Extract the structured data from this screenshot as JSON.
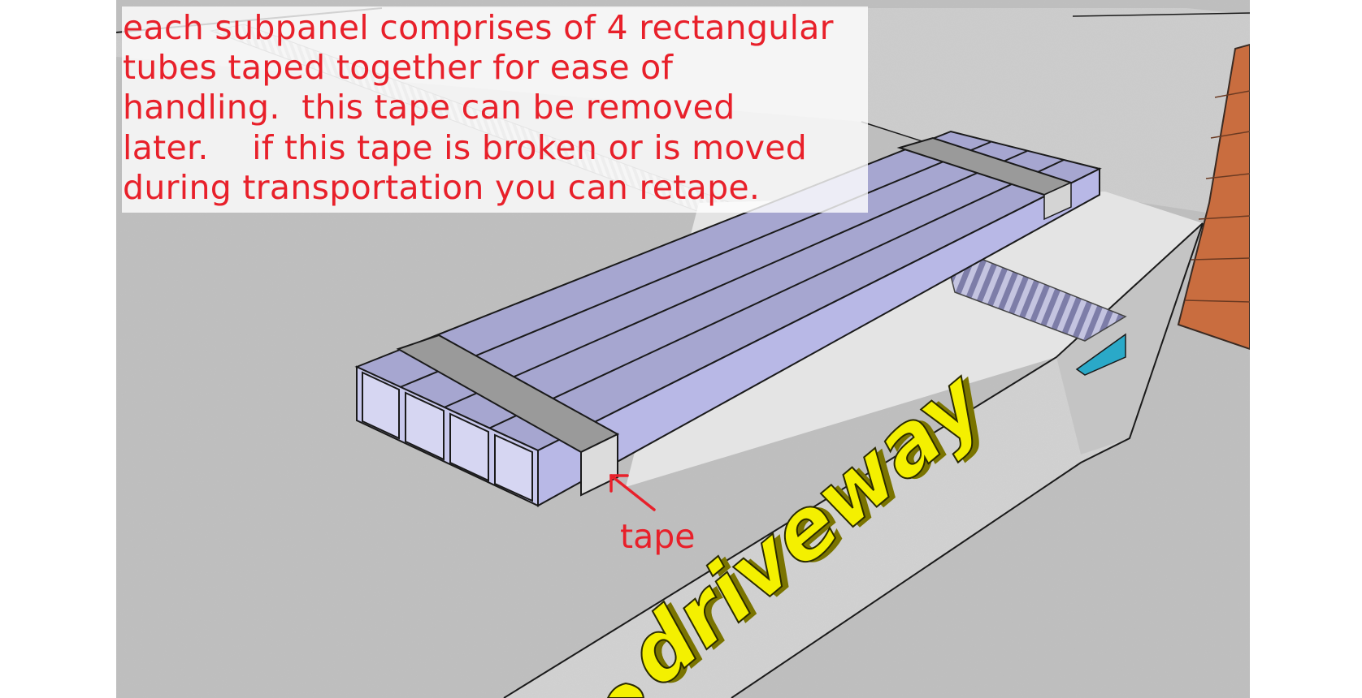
{
  "annotation": {
    "lines": [
      "each subpanel comprises of 4 rectangular",
      "tubes taped together for ease of",
      "handling.  this tape can be removed",
      "later.    if this tape is broken or is moved",
      "during transportation you can retape."
    ]
  },
  "callout": {
    "label": "tape"
  },
  "sign": {
    "text": "driveway"
  },
  "colors": {
    "annotation_text": "#e8202a",
    "tube_top": "#a6a6d0",
    "tube_side": "#b8b8e6",
    "tape": "#9a9a9a",
    "driveway_letters": "#f4f000",
    "concrete": "#bdbdbd",
    "brick": "#c96d3f"
  }
}
